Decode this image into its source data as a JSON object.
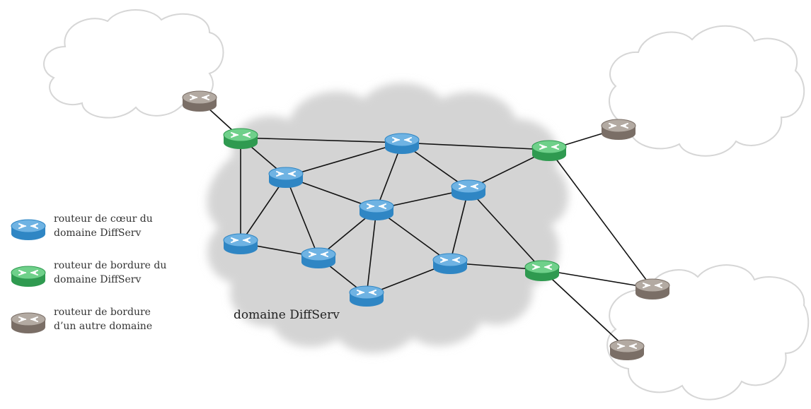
{
  "colors": {
    "core": "#2f86c4",
    "core_top": "#6fb3e3",
    "edge": "#2f9a50",
    "edge_top": "#6fd08a",
    "other": "#7a6e66",
    "other_top": "#b3aaa2",
    "cloud_fill": "#d8d8d8",
    "line": "#111111"
  },
  "legend": [
    {
      "type": "core",
      "icon": "core-router-icon",
      "line1": "routeur de cœur du",
      "line2": "domaine DiffServ"
    },
    {
      "type": "edge",
      "icon": "edge-router-icon",
      "line1": "routeur de bordure du",
      "line2": "domaine DiffServ"
    },
    {
      "type": "other",
      "icon": "external-router-icon",
      "line1": "routeur de bordure",
      "line2": "d’un autre domaine"
    }
  ],
  "domain_label": "domaine DiffServ",
  "nodes": [
    {
      "id": "x1",
      "type": "other"
    },
    {
      "id": "x2",
      "type": "other"
    },
    {
      "id": "x3",
      "type": "other"
    },
    {
      "id": "x4",
      "type": "other"
    },
    {
      "id": "e1",
      "type": "edge"
    },
    {
      "id": "e2",
      "type": "edge"
    },
    {
      "id": "e3",
      "type": "edge"
    },
    {
      "id": "c1",
      "type": "core"
    },
    {
      "id": "c2",
      "type": "core"
    },
    {
      "id": "c3",
      "type": "core"
    },
    {
      "id": "c4",
      "type": "core"
    },
    {
      "id": "c5",
      "type": "core"
    },
    {
      "id": "c6",
      "type": "core"
    },
    {
      "id": "c7",
      "type": "core"
    },
    {
      "id": "c8",
      "type": "core"
    }
  ],
  "links": [
    [
      "x1",
      "e1"
    ],
    [
      "e1",
      "c1"
    ],
    [
      "e1",
      "c2"
    ],
    [
      "e1",
      "c5"
    ],
    [
      "c1",
      "e2"
    ],
    [
      "c1",
      "c2"
    ],
    [
      "c1",
      "c4"
    ],
    [
      "c1",
      "c3"
    ],
    [
      "e2",
      "x2"
    ],
    [
      "e2",
      "c3"
    ],
    [
      "e2",
      "x3"
    ],
    [
      "c2",
      "c4"
    ],
    [
      "c2",
      "c5"
    ],
    [
      "c2",
      "c6"
    ],
    [
      "c3",
      "c4"
    ],
    [
      "c3",
      "c7"
    ],
    [
      "c3",
      "e3"
    ],
    [
      "c4",
      "c6"
    ],
    [
      "c4",
      "c8"
    ],
    [
      "c4",
      "c7"
    ],
    [
      "c5",
      "c6"
    ],
    [
      "c6",
      "c8"
    ],
    [
      "c8",
      "c7"
    ],
    [
      "c7",
      "e3"
    ],
    [
      "e3",
      "x3"
    ],
    [
      "e3",
      "x4"
    ]
  ]
}
